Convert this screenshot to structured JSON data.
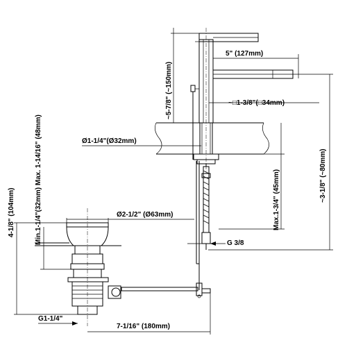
{
  "labels": {
    "spout_length": "5\" (127mm)",
    "body_height": "~5-7/8\" (~150mm)",
    "square_body": "~□1-3/8\"(□34mm)",
    "hole_diameter": "Ø1-1/4\"(Ø32mm)",
    "overall_depth": "~3-1/8\" (~80mm)",
    "deck_thickness": "Max.1-3/4\" (45mm)",
    "hose_thread": "G 3/8",
    "drain_cap": "Ø2-1/2\" (Ø63mm)",
    "drain_height": "4-1/8\" (104mm)",
    "sink_thickness": "Min.1-1/4\"(32mm) Max. 1-14/16\" (48mm)",
    "drain_thread": "G1-1/4\"",
    "drain_offset": "7-1/16\" (180mm)"
  }
}
